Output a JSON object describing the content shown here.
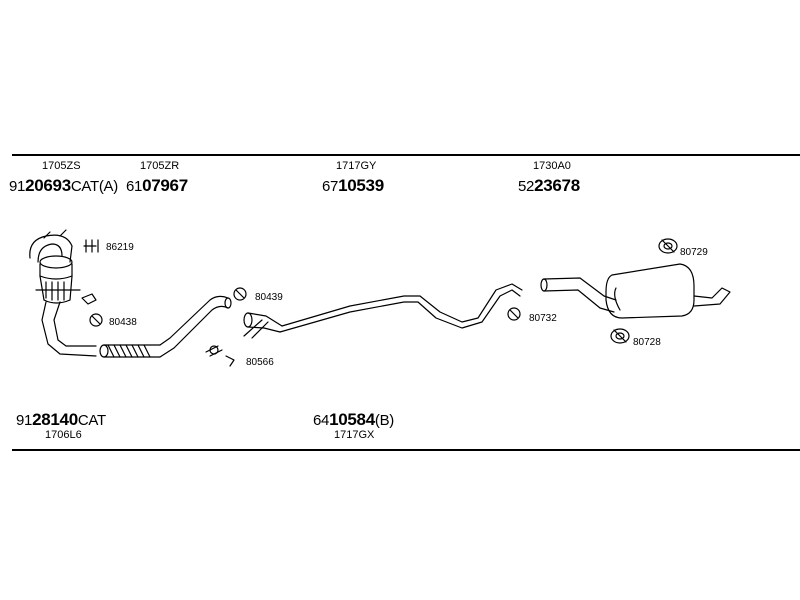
{
  "top_labels": [
    {
      "code": "1705ZS",
      "prefix": "91",
      "number": "20693",
      "suffix": "CAT(A)"
    },
    {
      "code": "1705ZR",
      "prefix": "61",
      "number": "07967",
      "suffix": ""
    },
    {
      "code": "1717GY",
      "prefix": "67",
      "number": "10539",
      "suffix": ""
    },
    {
      "code": "1730A0",
      "prefix": "52",
      "number": "23678",
      "suffix": ""
    }
  ],
  "bottom_labels": [
    {
      "code": "1706L6",
      "prefix": "91",
      "number": "28140",
      "suffix": "CAT"
    },
    {
      "code": "1717GX",
      "prefix": "64",
      "number": "10584",
      "suffix": "(B)"
    }
  ],
  "accessory_refs": [
    "86219",
    "80438",
    "80439",
    "80566",
    "80732",
    "80729",
    "80728"
  ]
}
